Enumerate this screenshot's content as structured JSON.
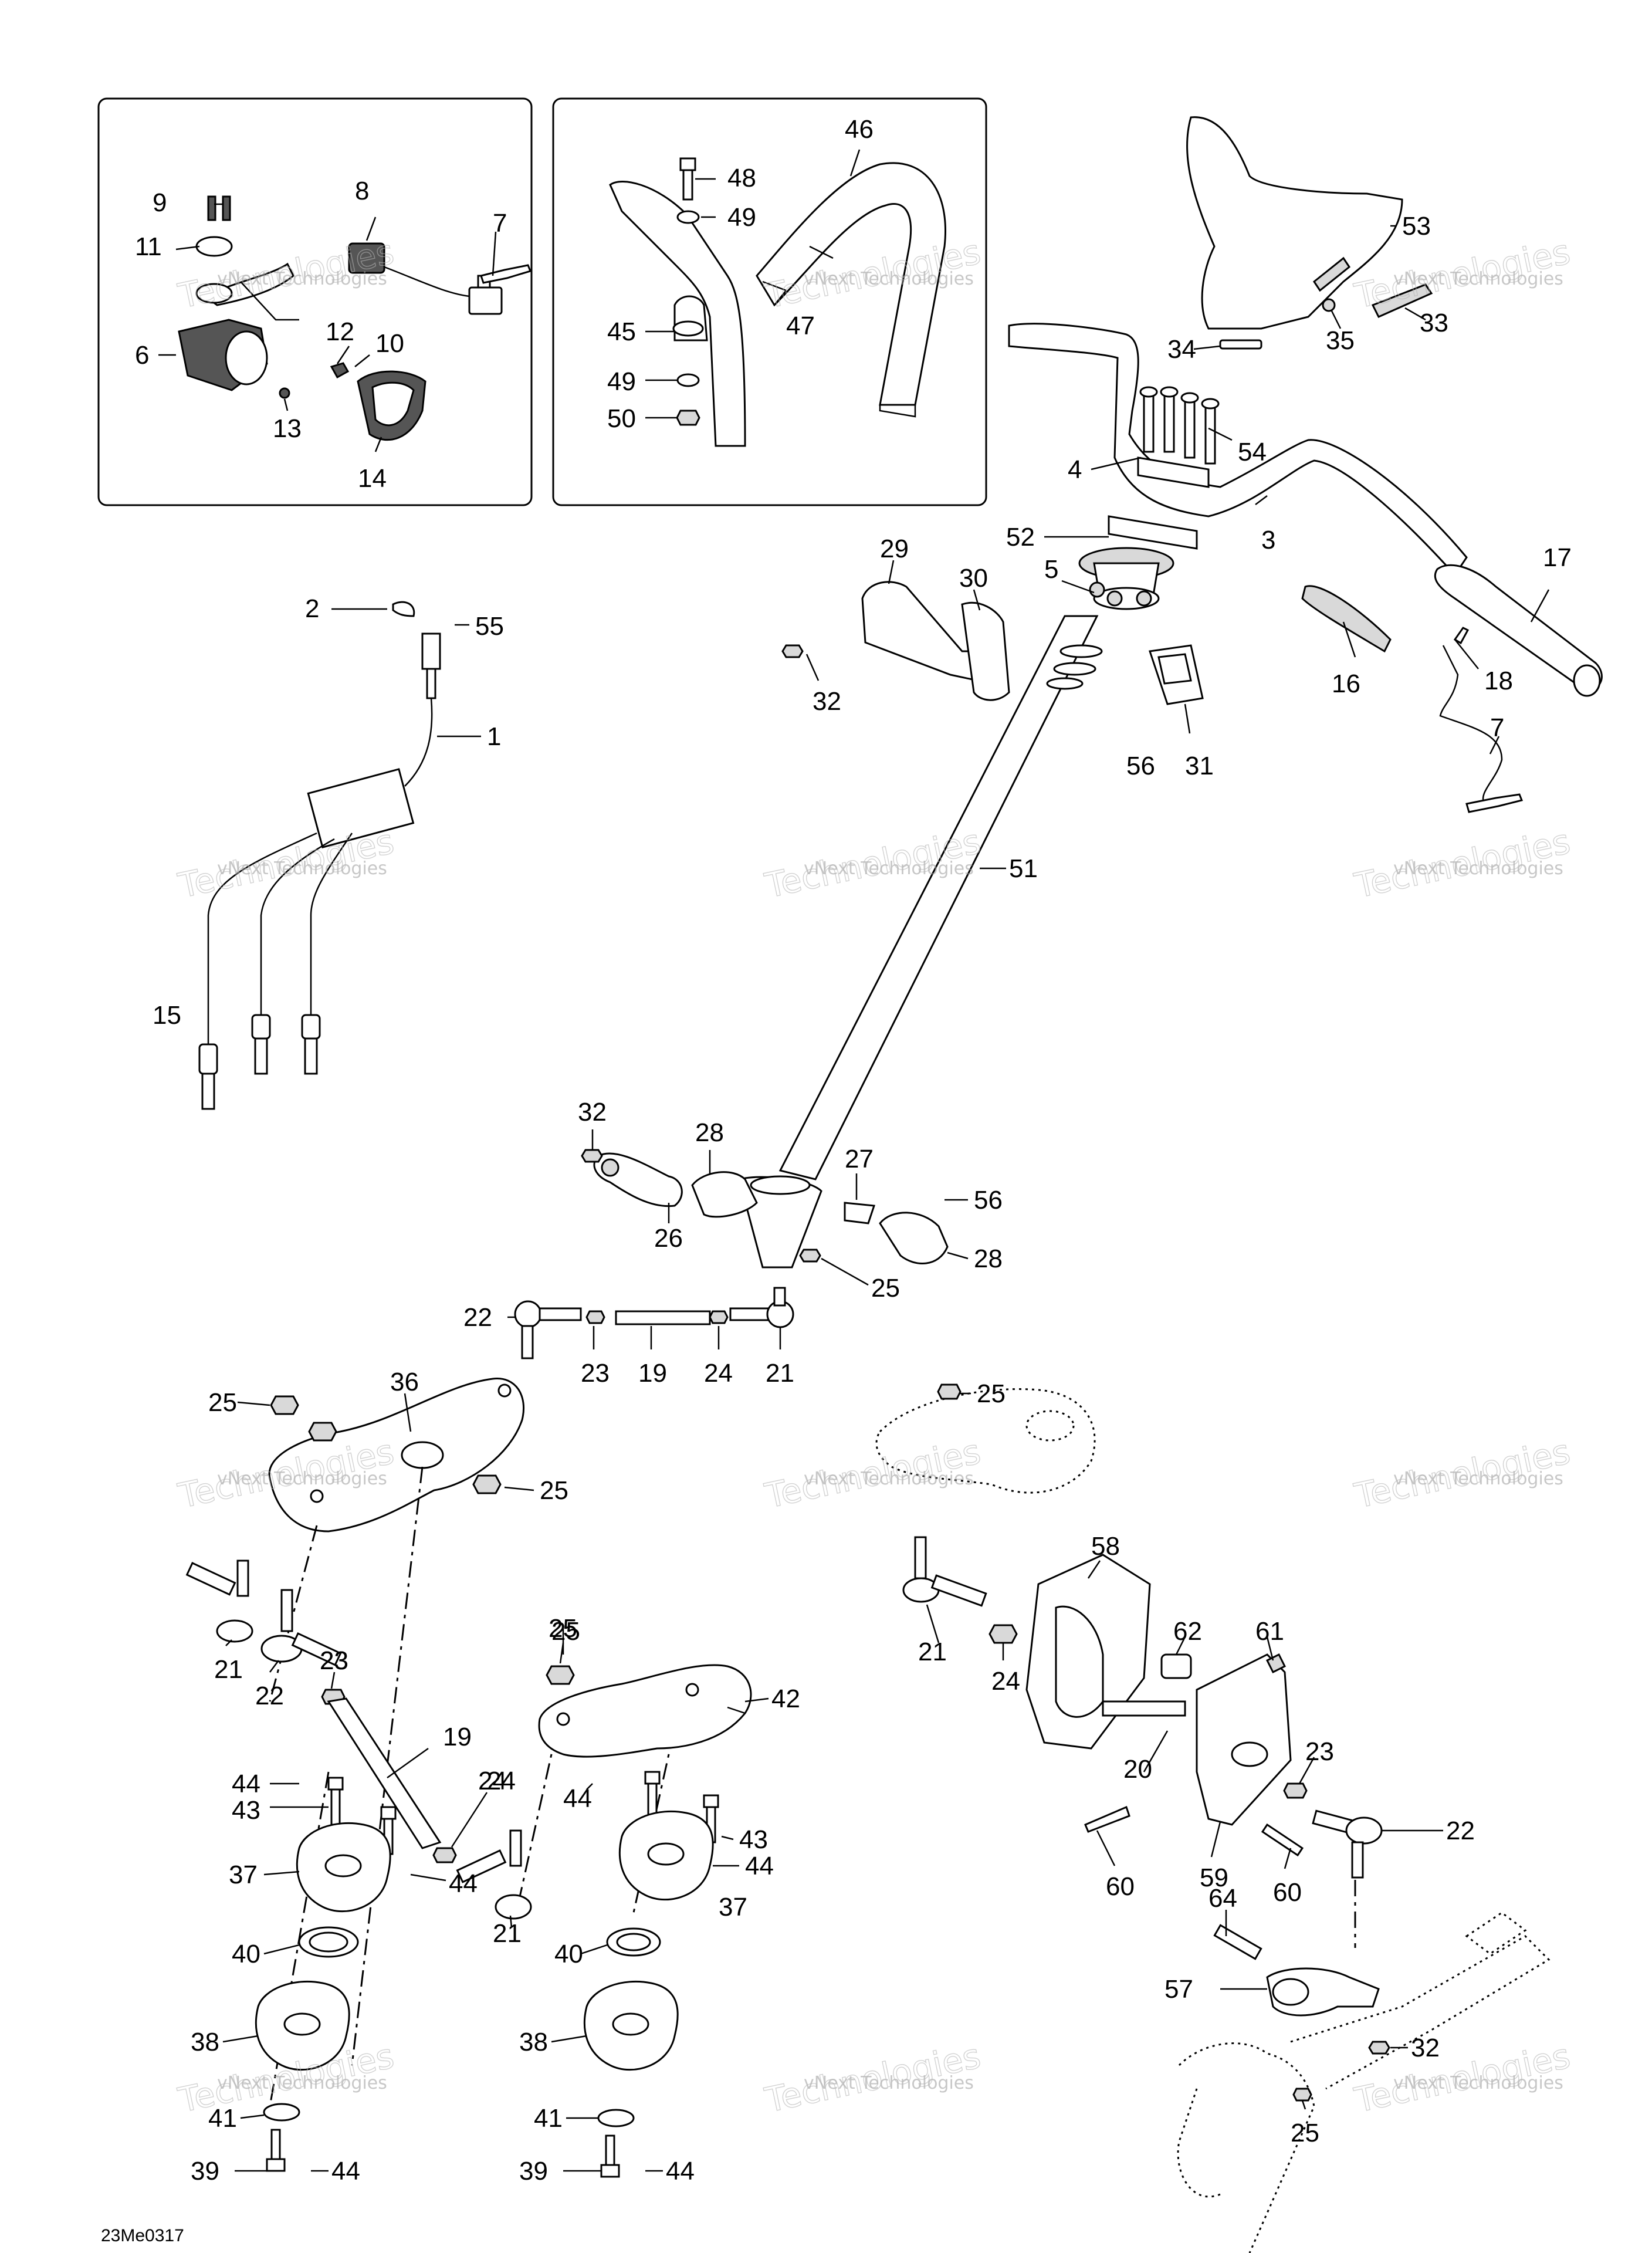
{
  "diagram": {
    "code": "23Me0317",
    "watermark_line1": "vNext Technologies",
    "watermark_line2": "Technologies",
    "callouts": {
      "c1": "1",
      "c2": "2",
      "c3": "3",
      "c4": "4",
      "c5": "5",
      "c6": "6",
      "c7a": "7",
      "c7b": "7",
      "c8": "8",
      "c9": "9",
      "c10": "10",
      "c11": "11",
      "c12": "12",
      "c13": "13",
      "c14": "14",
      "c15": "15",
      "c16": "16",
      "c17": "17",
      "c18": "18",
      "c19a": "19",
      "c19b": "19",
      "c20": "20",
      "c21a": "21",
      "c21b": "21",
      "c21c": "21",
      "c21d": "21",
      "c22a": "22",
      "c22b": "22",
      "c22c": "22",
      "c23a": "23",
      "c23b": "23",
      "c23c": "23",
      "c24a": "24",
      "c24b": "24",
      "c24c": "24",
      "c25a": "25",
      "c25b": "25",
      "c25c": "25",
      "c25d": "25",
      "c25e": "25",
      "c25f": "25",
      "c26": "26",
      "c27": "27",
      "c28a": "28",
      "c28b": "28",
      "c29": "29",
      "c30": "30",
      "c31": "31",
      "c32a": "32",
      "c32b": "32",
      "c32c": "32",
      "c33": "33",
      "c34": "34",
      "c35": "35",
      "c36": "36",
      "c37a": "37",
      "c37b": "37",
      "c38a": "38",
      "c38b": "38",
      "c39a": "39",
      "c39b": "39",
      "c40a": "40",
      "c40b": "40",
      "c41a": "41",
      "c41b": "41",
      "c42": "42",
      "c43a": "43",
      "c43b": "43",
      "c44a": "44",
      "c44b": "44",
      "c44c": "44",
      "c44d": "44",
      "c44e": "44",
      "c44f": "44",
      "c45": "45",
      "c46": "46",
      "c47": "47",
      "c48": "48",
      "c49a": "49",
      "c49b": "49",
      "c50": "50",
      "c51": "51",
      "c52": "52",
      "c53": "53",
      "c54": "54",
      "c55": "55",
      "c56a": "56",
      "c56b": "56",
      "c57": "57",
      "c58": "58",
      "c59": "59",
      "c60a": "60",
      "c60b": "60",
      "c61": "61",
      "c62": "62",
      "c64": "64"
    }
  }
}
